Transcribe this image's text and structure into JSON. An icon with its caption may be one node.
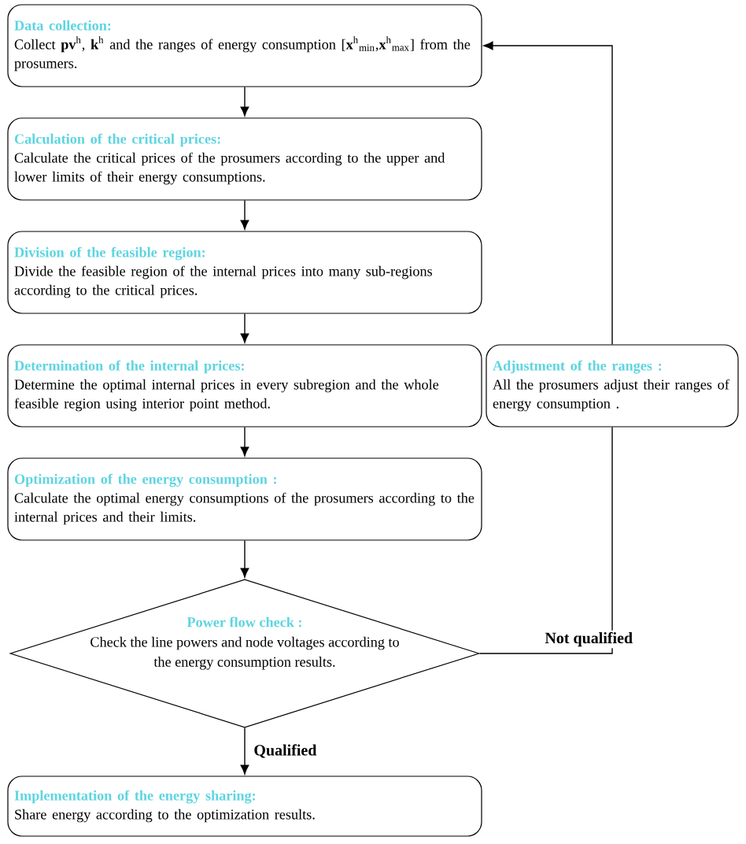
{
  "diagram": {
    "nodes": [
      {
        "text": [
          "Data collection:",
          "Collect **pv**$^{h}$, **k**$^{h}$ and the ranges of energy consumption [**x**$^{h}$$_{min}$,**x**$^{h}$$_{max}$] from the prosumers."
        ]
      },
      {
        "text": [
          "Calculation of the critical prices:",
          "Calculate the critical prices of the prosumers according to the upper and lower limits of their energy consumptions."
        ]
      },
      {
        "text": [
          "Division of the feasible region:",
          "Divide the feasible region of the internal prices into many sub-regions according to the critical prices."
        ]
      },
      {
        "text": [
          "Determination of the internal prices:",
          "Determine the optimal internal prices in every subregion and the whole feasible region using interior point method."
        ]
      },
      {
        "text": [
          "Optimization of the energy consumption :",
          "Calculate the optimal energy consumptions of the prosumers according to the internal prices and their limits."
        ]
      },
      {
        "text": [
          "Adjustment of the ranges :",
          "All the prosumers adjust their ranges of energy consumption ."
        ]
      },
      {
        "text": [
          "Power flow check :",
          "Check the line powers and node voltages according to the energy consumption results."
        ]
      },
      {
        "text": [
          "Implementation of the energy sharing:",
          "Share energy according to the optimization results."
        ]
      }
    ],
    "edges": [
      {
        "from": 0,
        "to": 1,
        "arrow": "to"
      },
      {
        "from": 1,
        "to": 2,
        "arrow": "to"
      },
      {
        "from": 2,
        "to": 3,
        "arrow": "to"
      },
      {
        "from": 3,
        "to": 4,
        "arrow": "to"
      },
      {
        "from": 4,
        "to": 6,
        "arrow": "to"
      },
      {
        "from": 6,
        "to": 7,
        "arrow": "to",
        "label": "Qualified"
      },
      {
        "from": 6,
        "to": 5,
        "arrow": "none",
        "label": "Not qualified"
      },
      {
        "from": 5,
        "to": 0,
        "arrow": "to"
      }
    ]
  }
}
